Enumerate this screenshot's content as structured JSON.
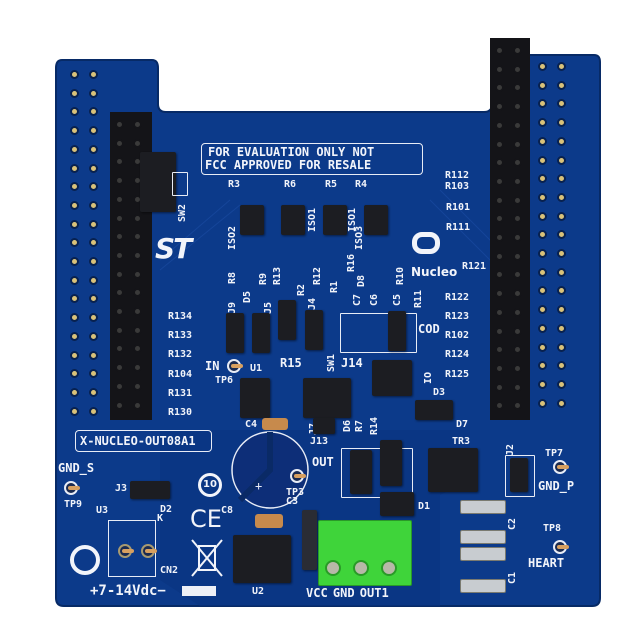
{
  "board": {
    "product_name": "X-NUCLEO-OUT08A1",
    "disclaimer_line1": "FOR EVALUATION ONLY NOT",
    "disclaimer_line2": "FCC APPROVED FOR RESALE",
    "logo_text": "Nucleo",
    "st_logo": "ST",
    "power_label": "+7-14Vdc−",
    "terminal_label": "VCC GND OUT1",
    "colors": {
      "pcb": "#0c3a8a",
      "pcb_dark": "#0a2f72",
      "silkscreen": "#f2f4fa",
      "terminal": "#3fd43a",
      "header": "#141418"
    }
  },
  "silk": {
    "gnd_s": "GND_S",
    "tp9": "TP9",
    "j3": "J3",
    "u3": "U3",
    "d2": "D2",
    "k": "K",
    "cn2": "CN2",
    "c8": "C8",
    "c3": "C3",
    "u2": "U2",
    "c4": "C4",
    "tp3": "TP3",
    "out": "OUT",
    "j13": "J13",
    "j7": "J7",
    "d1": "D1",
    "tr3": "TR3",
    "d7": "D7",
    "d3": "D3",
    "j2": "J2",
    "tp7": "TP7",
    "gnd_p": "GND_P",
    "c2": "C2",
    "c1": "C1",
    "tp8": "TP8",
    "heart": "HEART",
    "in": "IN",
    "tp6": "TP6",
    "u1": "U1",
    "r15": "R15",
    "sw1": "SW1",
    "j14": "J14",
    "cod": "COD",
    "sw2": "SW2",
    "io": "IO",
    "r3": "R3",
    "r6": "R6",
    "r5": "R5",
    "r4": "R4",
    "iso2": "ISO2",
    "iso1a": "ISO1",
    "iso1b": "ISO1",
    "iso3": "ISO3",
    "r8": "R8",
    "r9": "R9",
    "r13": "R13",
    "r12": "R12",
    "r16": "R16",
    "r10": "R10",
    "r11": "R11",
    "r2": "R2",
    "r1": "R1",
    "d5": "D5",
    "d8": "D8",
    "j9": "J9",
    "j5": "J5",
    "j4": "J4",
    "c7": "C7",
    "c6": "C6",
    "c5": "C5",
    "r7": "R7",
    "r14": "R14",
    "d6": "D6",
    "left_resistors": [
      "R134",
      "R133",
      "R132",
      "R104",
      "R131",
      "R130"
    ],
    "right_resistors_top": [
      "R112",
      "R103",
      "R101",
      "R111"
    ],
    "right_resistors_bottom": [
      "R121",
      "R122",
      "R123",
      "R102",
      "R124",
      "R125"
    ],
    "rohs_10": "10",
    "ce_mark": "CE"
  }
}
